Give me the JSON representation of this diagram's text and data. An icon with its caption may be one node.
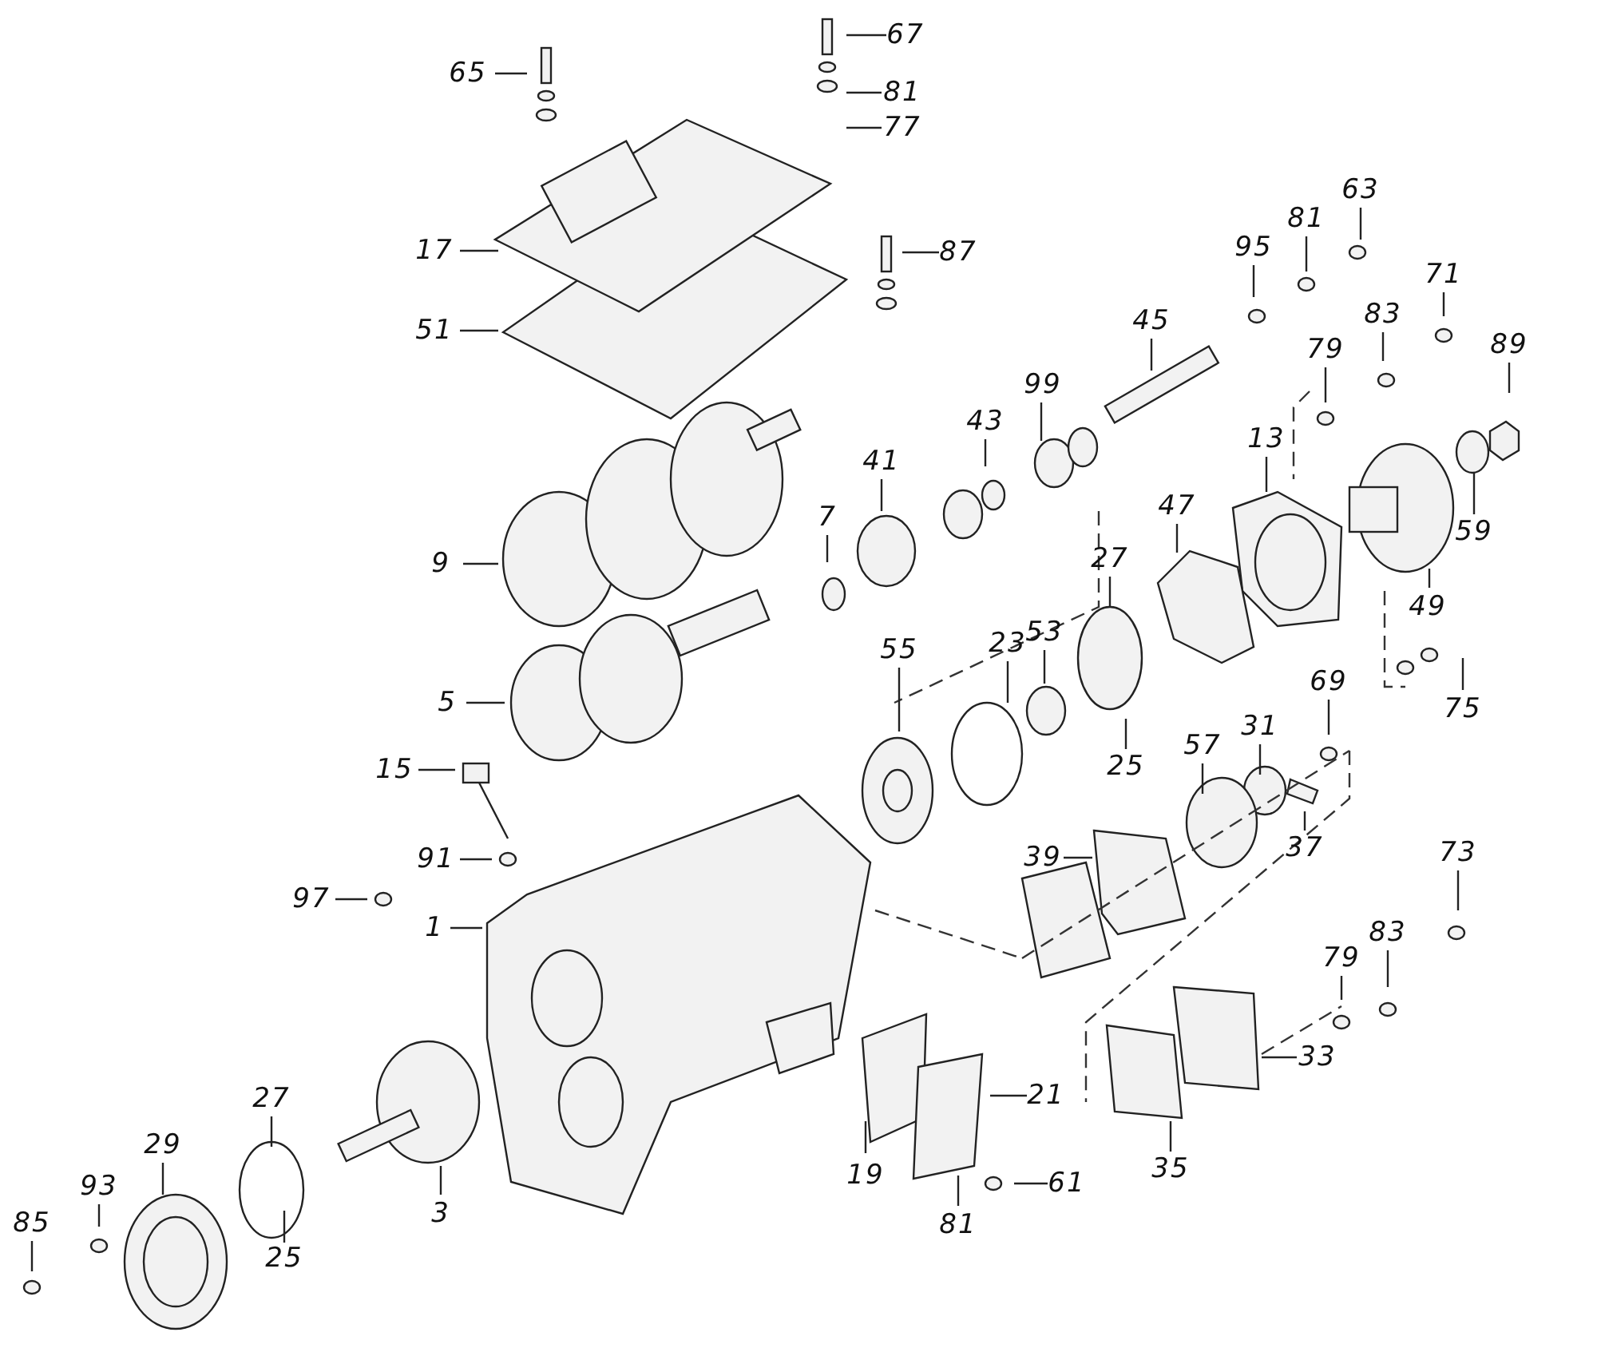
{
  "diagram": {
    "nodes": [
      {
        "text": [
          "65"
        ]
      },
      {
        "text": [
          "67"
        ]
      },
      {
        "text": [
          "81"
        ]
      },
      {
        "text": [
          "77"
        ]
      },
      {
        "text": [
          "17"
        ]
      },
      {
        "text": [
          "87"
        ]
      },
      {
        "text": [
          "51"
        ]
      },
      {
        "text": [
          "95"
        ]
      },
      {
        "text": [
          "81"
        ]
      },
      {
        "text": [
          "63"
        ]
      },
      {
        "text": [
          "45"
        ]
      },
      {
        "text": [
          "83"
        ]
      },
      {
        "text": [
          "71"
        ]
      },
      {
        "text": [
          "89"
        ]
      },
      {
        "text": [
          "79"
        ]
      },
      {
        "text": [
          "99"
        ]
      },
      {
        "text": [
          "43"
        ]
      },
      {
        "text": [
          "41"
        ]
      },
      {
        "text": [
          "13"
        ]
      },
      {
        "text": [
          "7"
        ]
      },
      {
        "text": [
          "47"
        ]
      },
      {
        "text": [
          "59"
        ]
      },
      {
        "text": [
          "9"
        ]
      },
      {
        "text": [
          "27"
        ]
      },
      {
        "text": [
          "49"
        ]
      },
      {
        "text": [
          "23"
        ]
      },
      {
        "text": [
          "53"
        ]
      },
      {
        "text": [
          "55"
        ]
      },
      {
        "text": [
          "5"
        ]
      },
      {
        "text": [
          "69"
        ]
      },
      {
        "text": [
          "75"
        ]
      },
      {
        "text": [
          "25"
        ]
      },
      {
        "text": [
          "31"
        ]
      },
      {
        "text": [
          "57"
        ]
      },
      {
        "text": [
          "15"
        ]
      },
      {
        "text": [
          "37"
        ]
      },
      {
        "text": [
          "39"
        ]
      },
      {
        "text": [
          "73"
        ]
      },
      {
        "text": [
          "91"
        ]
      },
      {
        "text": [
          "97"
        ]
      },
      {
        "text": [
          "1"
        ]
      },
      {
        "text": [
          "83"
        ]
      },
      {
        "text": [
          "79"
        ]
      },
      {
        "text": [
          "33"
        ]
      },
      {
        "text": [
          "21"
        ]
      },
      {
        "text": [
          "27"
        ]
      },
      {
        "text": [
          "29"
        ]
      },
      {
        "text": [
          "93"
        ]
      },
      {
        "text": [
          "35"
        ]
      },
      {
        "text": [
          "19"
        ]
      },
      {
        "text": [
          "3"
        ]
      },
      {
        "text": [
          "85"
        ]
      },
      {
        "text": [
          "61"
        ]
      },
      {
        "text": [
          "81"
        ]
      },
      {
        "text": [
          "25"
        ]
      }
    ],
    "edges": [
      {
        "from": 0,
        "to": null,
        "arrow": "none"
      },
      {
        "from": 1,
        "to": null,
        "arrow": "none"
      },
      {
        "from": 2,
        "to": null,
        "arrow": "none"
      },
      {
        "from": 3,
        "to": null,
        "arrow": "none"
      },
      {
        "from": 4,
        "to": null,
        "arrow": "none"
      },
      {
        "from": 5,
        "to": null,
        "arrow": "none"
      },
      {
        "from": 6,
        "to": null,
        "arrow": "none"
      },
      {
        "from": 7,
        "to": null,
        "arrow": "none"
      },
      {
        "from": 8,
        "to": null,
        "arrow": "none"
      },
      {
        "from": 9,
        "to": null,
        "arrow": "none"
      },
      {
        "from": 10,
        "to": null,
        "arrow": "none"
      },
      {
        "from": 11,
        "to": null,
        "arrow": "none"
      },
      {
        "from": 12,
        "to": null,
        "arrow": "none"
      },
      {
        "from": 13,
        "to": null,
        "arrow": "none"
      },
      {
        "from": 14,
        "to": null,
        "arrow": "none"
      },
      {
        "from": 15,
        "to": null,
        "arrow": "none"
      },
      {
        "from": 16,
        "to": null,
        "arrow": "none"
      },
      {
        "from": 17,
        "to": null,
        "arrow": "none"
      },
      {
        "from": 18,
        "to": null,
        "arrow": "none"
      },
      {
        "from": 19,
        "to": null,
        "arrow": "none"
      },
      {
        "from": 20,
        "to": null,
        "arrow": "none"
      },
      {
        "from": 21,
        "to": null,
        "arrow": "none"
      },
      {
        "from": 22,
        "to": null,
        "arrow": "none"
      },
      {
        "from": 23,
        "to": null,
        "arrow": "none"
      },
      {
        "from": 24,
        "to": null,
        "arrow": "none"
      },
      {
        "from": 25,
        "to": null,
        "arrow": "none"
      },
      {
        "from": 26,
        "to": null,
        "arrow": "none"
      },
      {
        "from": 27,
        "to": null,
        "arrow": "none"
      },
      {
        "from": 28,
        "to": null,
        "arrow": "none"
      },
      {
        "from": 29,
        "to": null,
        "arrow": "none"
      },
      {
        "from": 30,
        "to": null,
        "arrow": "none"
      },
      {
        "from": 31,
        "to": null,
        "arrow": "none"
      },
      {
        "from": 32,
        "to": null,
        "arrow": "none"
      },
      {
        "from": 33,
        "to": null,
        "arrow": "none"
      },
      {
        "from": 34,
        "to": null,
        "arrow": "none"
      },
      {
        "from": 35,
        "to": null,
        "arrow": "none"
      },
      {
        "from": 36,
        "to": null,
        "arrow": "none"
      },
      {
        "from": 37,
        "to": null,
        "arrow": "none"
      },
      {
        "from": 38,
        "to": null,
        "arrow": "none"
      },
      {
        "from": 39,
        "to": null,
        "arrow": "none"
      },
      {
        "from": 40,
        "to": null,
        "arrow": "none"
      },
      {
        "from": 41,
        "to": null,
        "arrow": "none"
      },
      {
        "from": 42,
        "to": null,
        "arrow": "none"
      },
      {
        "from": 43,
        "to": null,
        "arrow": "none"
      },
      {
        "from": 44,
        "to": null,
        "arrow": "none"
      },
      {
        "from": 45,
        "to": null,
        "arrow": "none"
      },
      {
        "from": 46,
        "to": null,
        "arrow": "none"
      },
      {
        "from": 47,
        "to": null,
        "arrow": "none"
      },
      {
        "from": 48,
        "to": null,
        "arrow": "none"
      },
      {
        "from": 49,
        "to": null,
        "arrow": "none"
      },
      {
        "from": 50,
        "to": null,
        "arrow": "none"
      },
      {
        "from": 51,
        "to": null,
        "arrow": "none"
      },
      {
        "from": 52,
        "to": null,
        "arrow": "none"
      },
      {
        "from": 53,
        "to": null,
        "arrow": "none"
      },
      {
        "from": 54,
        "to": null,
        "arrow": "none"
      }
    ]
  }
}
